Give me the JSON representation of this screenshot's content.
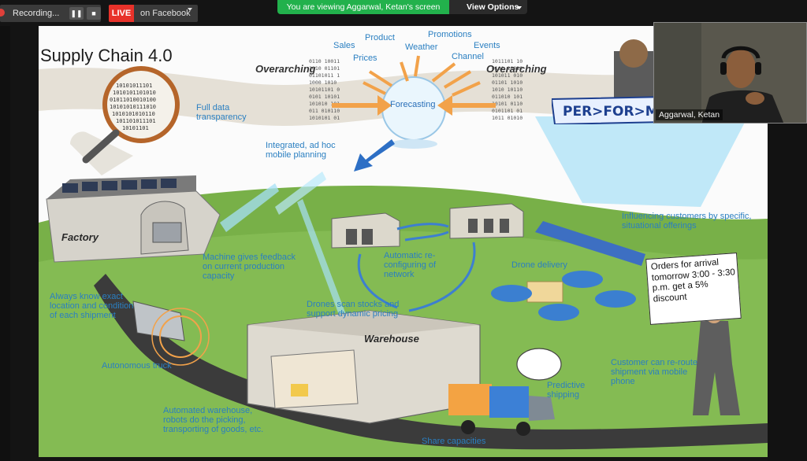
{
  "recording": {
    "label": "Recording..."
  },
  "live": {
    "badge": "LIVE",
    "destination": "on Facebook"
  },
  "share_banner": {
    "text": "You are viewing Aggarwal, Ketan's screen",
    "options_label": "View Options"
  },
  "participant": {
    "name": "Aggarwal, Ketan"
  },
  "slide": {
    "title": "Supply Chain 4.0",
    "overarching_left": "Overarching",
    "overarching_right": "Overarching",
    "forecast_inputs": [
      "Sales",
      "Product",
      "Promotions",
      "Weather",
      "Events",
      "Prices",
      "Channel"
    ],
    "forecasting": "Forecasting",
    "full_data": "Full data transparency",
    "integrated": "Integrated, ad hoc mobile planning",
    "performance_banner": "PER>FOR>MANCE",
    "factory": "Factory",
    "warehouse": "Warehouse",
    "machine_feedback": "Machine gives feedback on current production capacity",
    "always_know": "Always know exact location and condition of each shipment",
    "auto_truck": "Autonomous truck",
    "drones_scan": "Drones scan stocks and support dynamic pricing",
    "auto_reconfig": "Automatic re-configuring of network",
    "drone_delivery": "Drone delivery",
    "influencing": "Influencing customers by specific, situational offerings",
    "offer": "Orders for arrival tomorrow 3:00 - 3:30 p.m. get a 5% discount",
    "customer_reroute": "Customer can re-route shipment via mobile phone",
    "predictive": "Predictive shipping",
    "automated_wh": "Automated warehouse, robots do the picking, transporting of goods, etc.",
    "share_cap": "Share capacities"
  }
}
